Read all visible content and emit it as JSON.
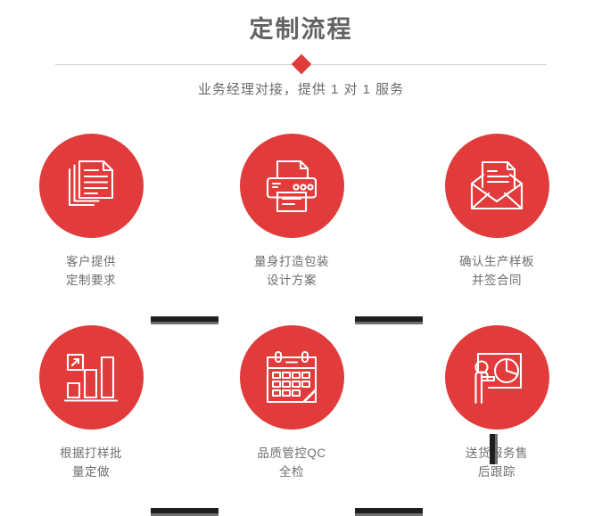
{
  "header": {
    "title": "定制流程",
    "subtitle": "业务经理对接，提供 1 对 1 服务",
    "divider_icon": "diamond-marker"
  },
  "colors": {
    "accent_red": "#e23b3b",
    "title_gray": "#636363",
    "caption_gray": "#6e6e6e",
    "connector_dark": "#1f1f1f",
    "connector_shadow": "#6f6f6f",
    "divider_line": "#cfcfcf",
    "background": "#ffffff"
  },
  "steps": [
    {
      "index": 1,
      "icon": "documents-stack-icon",
      "caption": "客户提供\n定制要求",
      "row": 0,
      "col": 0
    },
    {
      "index": 2,
      "icon": "printer-icon",
      "caption": "量身打造包装\n设计方案",
      "row": 0,
      "col": 1
    },
    {
      "index": 3,
      "icon": "envelope-letter-icon",
      "caption": "确认生产样板\n并签合同",
      "row": 0,
      "col": 2
    },
    {
      "index": 4,
      "icon": "bar-chart-growth-icon",
      "caption": "根据打样批\n量定做",
      "row": 1,
      "col": 0
    },
    {
      "index": 5,
      "icon": "calendar-check-icon",
      "caption": "品质管控QC\n全检",
      "row": 1,
      "col": 1
    },
    {
      "index": 6,
      "icon": "presenter-piechart-icon",
      "caption": "送货服务售\n后跟踪",
      "row": 1,
      "col": 2
    }
  ],
  "connectors": [
    {
      "name": "connector-step1-step2",
      "orientation": "horizontal"
    },
    {
      "name": "connector-step2-step3",
      "orientation": "horizontal"
    },
    {
      "name": "connector-step4-step5",
      "orientation": "horizontal"
    },
    {
      "name": "connector-step5-step6",
      "orientation": "horizontal"
    },
    {
      "name": "connector-step3-step6",
      "orientation": "vertical"
    }
  ]
}
